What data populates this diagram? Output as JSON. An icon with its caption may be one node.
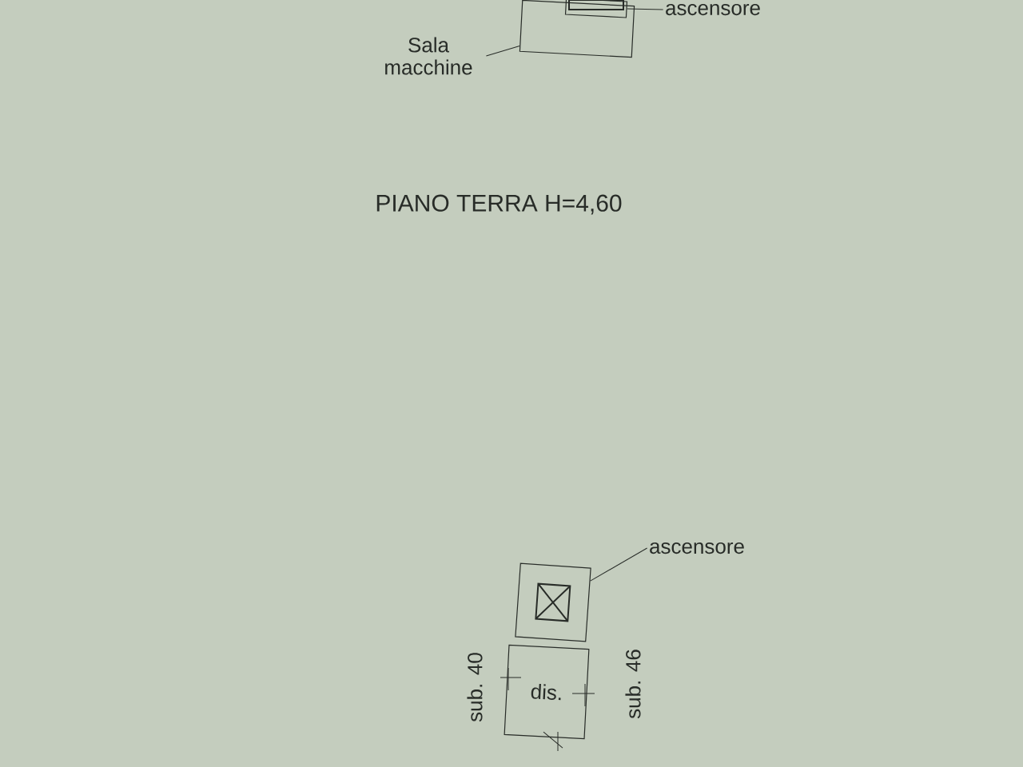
{
  "diagram": {
    "title": "PIANO TERRA  H=4,60",
    "nodes": [
      {
        "text": [
          "Sala macchine"
        ]
      },
      {
        "text": [],
        "shape": "box"
      },
      {
        "text": [
          "ascensore"
        ]
      },
      {
        "text": [],
        "shape": "box",
        "in": 1
      },
      {
        "text": [
          "ascensore"
        ]
      },
      {
        "text": [],
        "shape": "box"
      },
      {
        "text": [
          "dis."
        ]
      }
    ],
    "edges": [
      {
        "from": 0,
        "to": 1,
        "arrow": "none"
      },
      {
        "from": 2,
        "to": 3,
        "arrow": "none"
      },
      {
        "from": 4,
        "to": 5,
        "arrow": "none"
      }
    ],
    "labels": [
      "sub. 40",
      "sub. 46"
    ]
  }
}
